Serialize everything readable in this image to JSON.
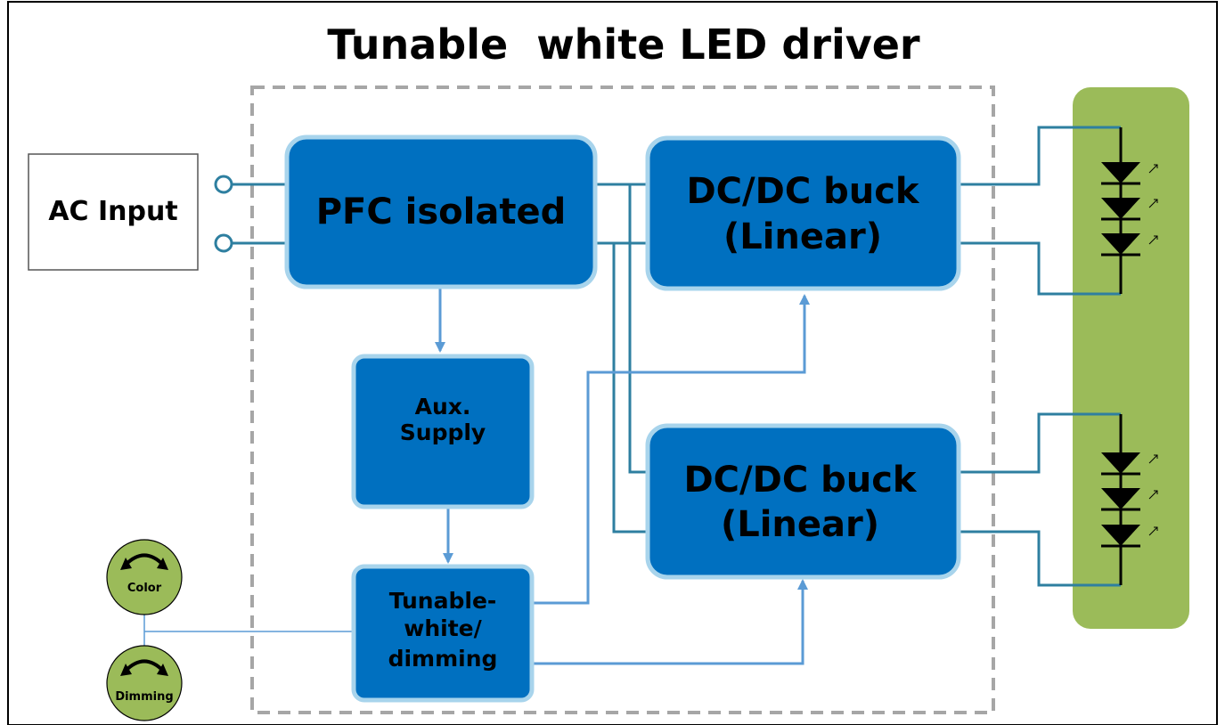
{
  "title": "Tunable  white LED driver",
  "blocks": {
    "ac_input": "AC Input",
    "pfc": "PFC isolated",
    "buck1": [
      "DC/DC buck",
      "(Linear)"
    ],
    "buck2": [
      "DC/DC buck",
      "(Linear)"
    ],
    "aux": [
      "Aux.",
      "Supply"
    ],
    "tunable": [
      "Tunable-",
      "white/",
      "dimming"
    ]
  },
  "knobs": {
    "color": "Color",
    "dimming": "Dimming"
  },
  "colors": {
    "block_fill": "#0070C0",
    "block_border": "#A8D4EC",
    "wire": "#2E7FA0",
    "arrow": "#5B9BD5",
    "dashed_border": "#A6A6A6",
    "led_panel": "#9BBB59",
    "knob_fill": "#9BBB59"
  }
}
